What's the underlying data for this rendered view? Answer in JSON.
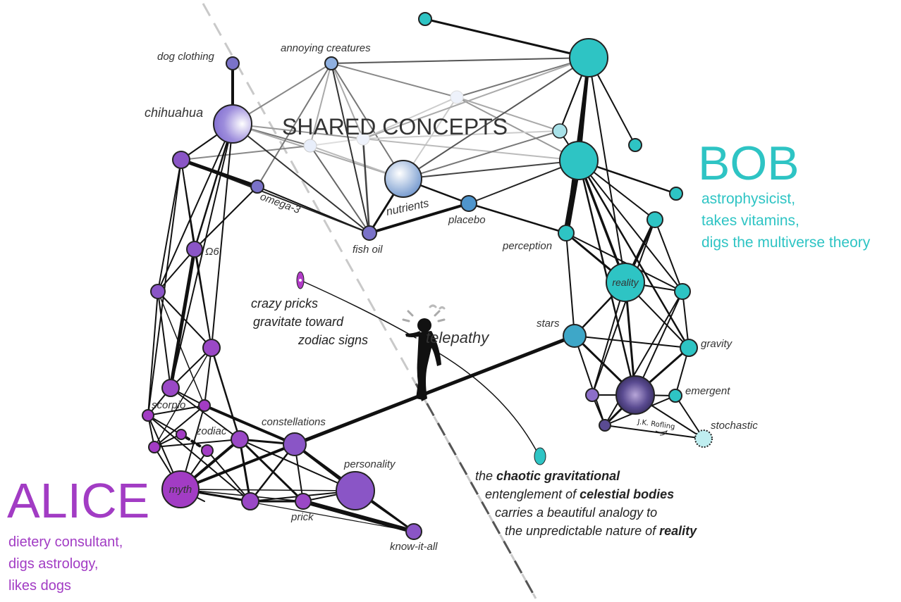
{
  "colors": {
    "alice": "#a23cc4",
    "bob": "#2ec4c4",
    "shared": "#6f95cc",
    "edge": "#111111"
  },
  "shared_title": "SHARED CONCEPTS",
  "bob": {
    "name": "BOB",
    "traits": [
      "astrophysicist,",
      "takes vitamins,",
      "digs the multiverse theory"
    ]
  },
  "alice": {
    "name": "ALICE",
    "traits": [
      "dietery consultant,",
      "digs astrology,",
      "likes dogs"
    ]
  },
  "alice_thought": {
    "lines": [
      "crazy pricks",
      "gravitate toward",
      "zodiac signs"
    ]
  },
  "bob_thought": {
    "line1_pre": "the ",
    "line1_em": "chaotic gravitational",
    "line2_pre": "entenglement of ",
    "line2_em": "celestial bodies",
    "line3": "carries a beautiful analogy to",
    "line4_pre": "the unpredictable nature of ",
    "line4_em": "reality"
  },
  "telepathy_label": "telepathy",
  "signature": "J.K. Rofling",
  "labels": {
    "dog_clothing": "dog clothing",
    "annoying_creatures": "annoying creatures",
    "chihuahua": "chihuahua",
    "omega3": "omega-3",
    "omega6": "Ω6",
    "fish_oil": "fish oil",
    "nutrients": "nutrients",
    "placebo": "placebo",
    "perception": "perception",
    "reality": "reality",
    "stars": "stars",
    "gravity": "gravity",
    "emergent": "emergent",
    "stochastic": "stochastic",
    "scorpio": "scorpio",
    "zodiac": "zodiac",
    "constellations": "constellations",
    "personality": "personality",
    "myth": "myth",
    "prick": "prick",
    "know_it_all": "know-it-all"
  }
}
